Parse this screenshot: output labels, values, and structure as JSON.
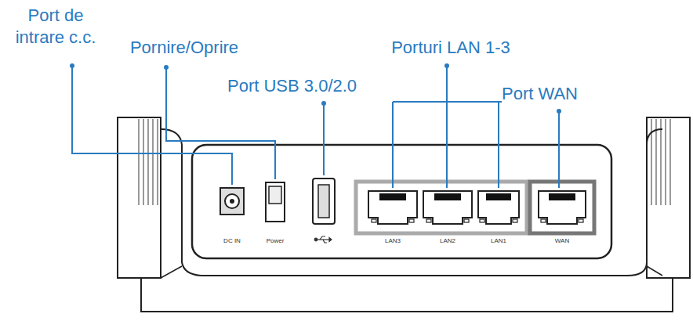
{
  "diagram": {
    "labels": [
      "Port de intrare c.c.",
      "Pornire/Oprire",
      "Port USB 3.0/2.0",
      "Porturi LAN 1-3",
      "Port WAN",
      "DC IN",
      "Power",
      "LAN3",
      "LAN2",
      "LAN1",
      "WAN"
    ]
  }
}
